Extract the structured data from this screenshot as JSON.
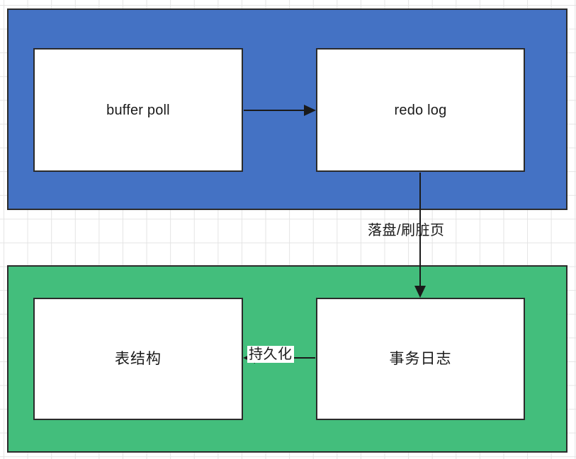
{
  "diagram": {
    "type": "flowchart",
    "background": {
      "grid": true,
      "grid_color": "#e4e4e4",
      "grid_size": 34,
      "canvas_color": "#ffffff"
    },
    "groups": [
      {
        "id": "blue-group",
        "name": "memory-layer",
        "fill": "#4472C4",
        "border": "#2b2b2b"
      },
      {
        "id": "green-group",
        "name": "disk-layer",
        "fill": "#43BE7C",
        "border": "#2b2b2b"
      }
    ],
    "nodes": [
      {
        "id": "buffer-poll",
        "label": "buffer poll",
        "group": "blue-group",
        "fill": "#ffffff"
      },
      {
        "id": "redo-log",
        "label": "redo log",
        "group": "blue-group",
        "fill": "#ffffff"
      },
      {
        "id": "table-struct",
        "label": "表结构",
        "group": "green-group",
        "fill": "#ffffff"
      },
      {
        "id": "tx-log",
        "label": "事务日志",
        "group": "green-group",
        "fill": "#ffffff"
      }
    ],
    "edges": [
      {
        "id": "edge-buffer-to-redo",
        "from": "buffer-poll",
        "to": "redo-log",
        "label": "",
        "direction": "right",
        "color": "#1a1a1a"
      },
      {
        "id": "edge-redo-to-txlog",
        "from": "redo-log",
        "to": "tx-log",
        "label": "落盘/刷脏页",
        "direction": "down",
        "color": "#1a1a1a"
      },
      {
        "id": "edge-txlog-to-table",
        "from": "tx-log",
        "to": "table-struct",
        "label": "持久化",
        "direction": "left",
        "color": "#1a1a1a",
        "label_background": "#ffffff"
      }
    ]
  }
}
